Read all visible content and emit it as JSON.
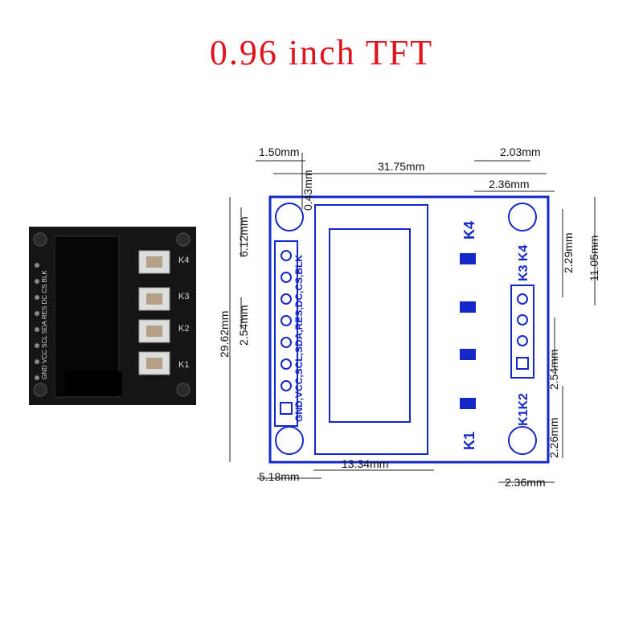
{
  "title": "0.96 inch TFT",
  "colors": {
    "title": "#e0141e",
    "pcb_outline": "#1428c8",
    "board": "#111111",
    "dimension": "#222222"
  },
  "photo": {
    "button_labels": [
      "K4",
      "K3",
      "K2",
      "K1"
    ],
    "pin_labels": "GND VCC SCL SDA RES DC CS BLK"
  },
  "drawing": {
    "dimensions": {
      "edge_hole": "1.50mm",
      "width_between": "31.75mm",
      "hole_offset": "0.43mm",
      "right_hole": "2.03mm",
      "right_edge": "2.36mm",
      "top_hole": "6.12mm",
      "total_height": "29.62mm",
      "pitch_left": "2.54mm",
      "right_pitch_top": "2.29mm",
      "right_height": "11.05mm",
      "right_pitch": "2.54mm",
      "bottom_hole_right": "2.26mm",
      "bottom_left": "5.18mm",
      "screen_width": "13.34mm",
      "bottom_right": "2.36mm"
    },
    "pcb_labels": {
      "header": "GND,VCC,SCL,SDA,RES,DC,CS,BLK",
      "k4": "K4",
      "k3k4": "K3 K4",
      "k1k2": "K1K2",
      "k1": "K1"
    }
  }
}
